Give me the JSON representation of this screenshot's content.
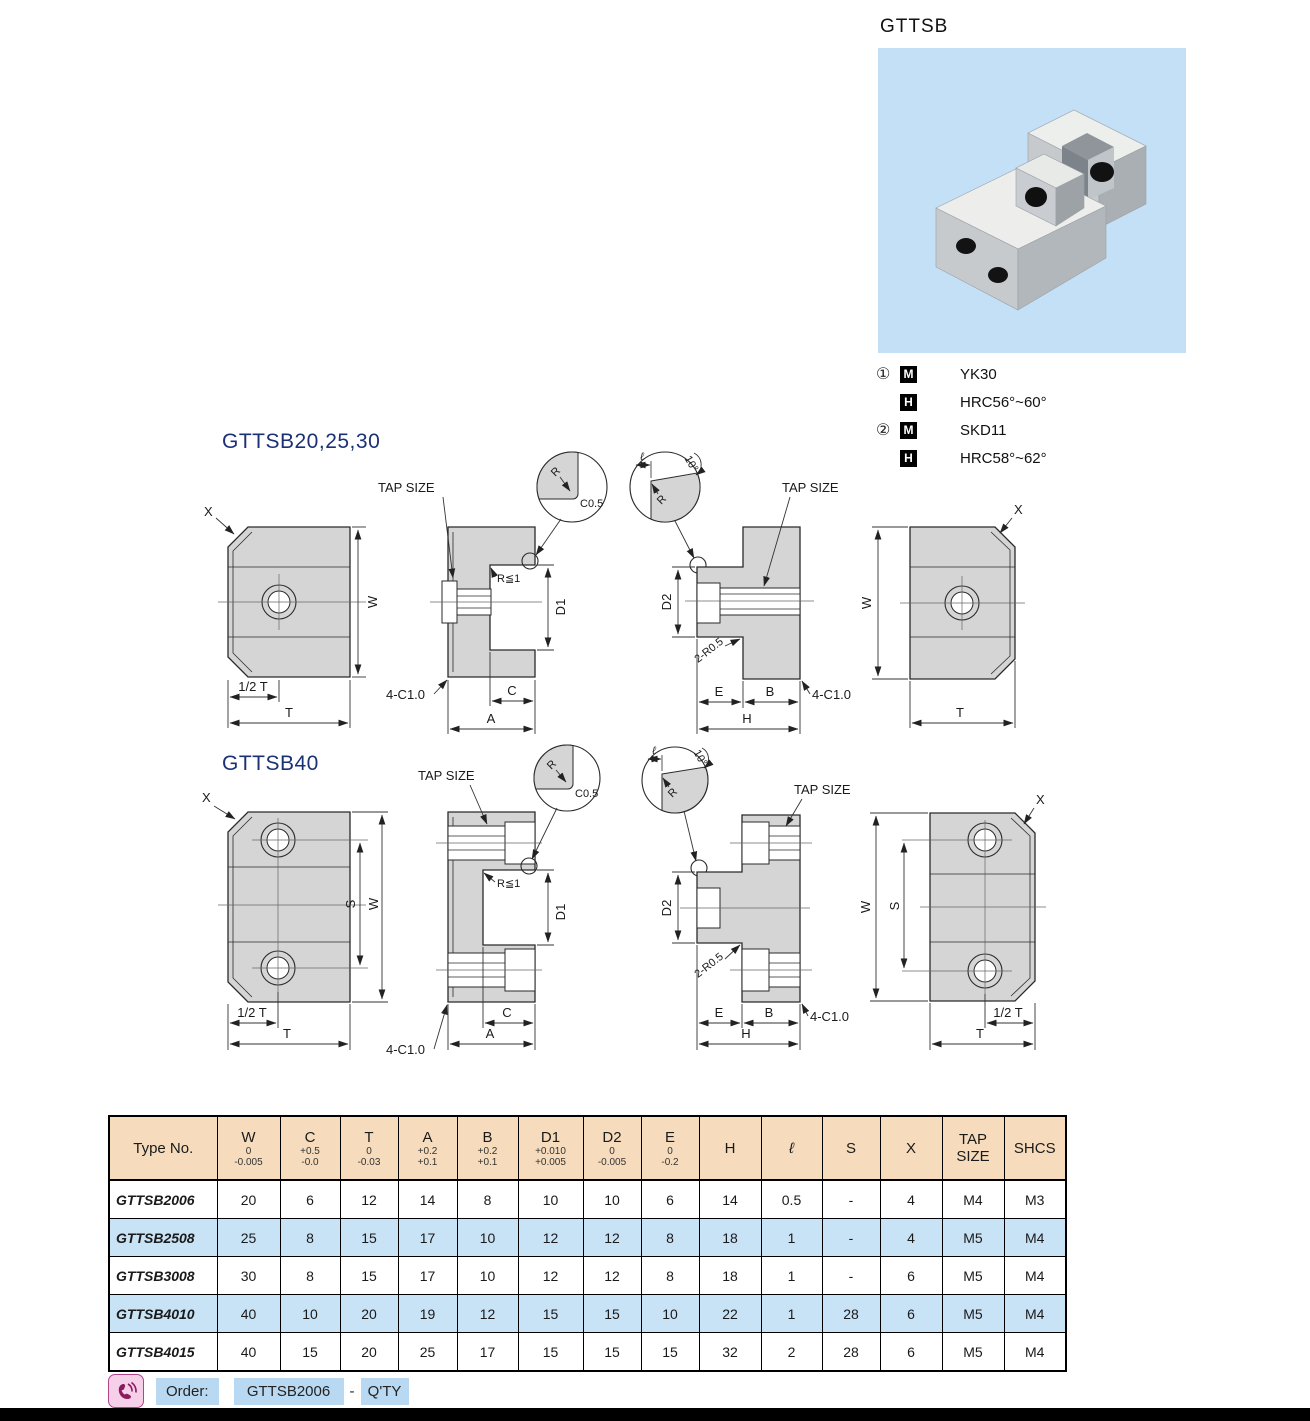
{
  "product": {
    "title": "GTTSB"
  },
  "specs": {
    "rows": [
      {
        "num": "①",
        "badge": "M",
        "value": "YK30"
      },
      {
        "num": "",
        "badge": "H",
        "value": "HRC56°~60°"
      },
      {
        "num": "②",
        "badge": "M",
        "value": "SKD11"
      },
      {
        "num": "",
        "badge": "H",
        "value": "HRC58°~62°"
      }
    ]
  },
  "sections": {
    "s1": "GTTSB20,25,30",
    "s2": "GTTSB40"
  },
  "labels": {
    "tap_size": "TAP SIZE",
    "r1": "R≦1",
    "d1": "D1",
    "d2": "D2",
    "c05": "C0.5",
    "ell": "ℓ",
    "deg10": "10°",
    "r": "R",
    "fourC": "4-C1.0",
    "twoR": "2-R0.5",
    "w": "W",
    "s": "S",
    "t": "T",
    "halfT": "1/2 T",
    "a": "A",
    "b": "B",
    "c": "C",
    "e": "E",
    "h": "H",
    "x": "X"
  },
  "table": {
    "headers": [
      {
        "label": "Type No."
      },
      {
        "label": "W",
        "t1": "0",
        "t2": "-0.005"
      },
      {
        "label": "C",
        "t1": "+0.5",
        "t2": "-0.0"
      },
      {
        "label": "T",
        "t1": "0",
        "t2": "-0.03"
      },
      {
        "label": "A",
        "t1": "+0.2",
        "t2": "+0.1"
      },
      {
        "label": "B",
        "t1": "+0.2",
        "t2": "+0.1"
      },
      {
        "label": "D1",
        "t1": "+0.010",
        "t2": "+0.005"
      },
      {
        "label": "D2",
        "t1": "0",
        "t2": "-0.005"
      },
      {
        "label": "E",
        "t1": "0",
        "t2": "-0.2"
      },
      {
        "label": "H"
      },
      {
        "label": "ℓ"
      },
      {
        "label": "S"
      },
      {
        "label": "X"
      },
      {
        "label": "TAP SIZE"
      },
      {
        "label": "SHCS"
      }
    ],
    "rows": [
      {
        "type": "GTTSB2006",
        "values": [
          "20",
          "6",
          "12",
          "14",
          "8",
          "10",
          "10",
          "6",
          "14",
          "0.5",
          "-",
          "4",
          "M4",
          "M3"
        ]
      },
      {
        "type": "GTTSB2508",
        "values": [
          "25",
          "8",
          "15",
          "17",
          "10",
          "12",
          "12",
          "8",
          "18",
          "1",
          "-",
          "4",
          "M5",
          "M4"
        ]
      },
      {
        "type": "GTTSB3008",
        "values": [
          "30",
          "8",
          "15",
          "17",
          "10",
          "12",
          "12",
          "8",
          "18",
          "1",
          "-",
          "6",
          "M5",
          "M4"
        ]
      },
      {
        "type": "GTTSB4010",
        "values": [
          "40",
          "10",
          "20",
          "19",
          "12",
          "15",
          "15",
          "10",
          "22",
          "1",
          "28",
          "6",
          "M5",
          "M4"
        ]
      },
      {
        "type": "GTTSB4015",
        "values": [
          "40",
          "15",
          "20",
          "25",
          "17",
          "15",
          "15",
          "15",
          "32",
          "2",
          "28",
          "6",
          "M5",
          "M4"
        ]
      }
    ]
  },
  "order": {
    "label": "Order:",
    "code": "GTTSB2006",
    "sep": "-",
    "qty": "Q'TY"
  }
}
